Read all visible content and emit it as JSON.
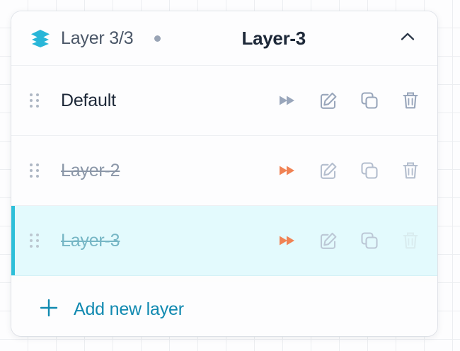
{
  "panel": {
    "header": {
      "stack_icon": "layers-stack-icon",
      "layer_count_label": "Layer 3/3",
      "status_dot": "status-dot",
      "title": "Layer-3",
      "collapse_icon": "chevron-up-icon"
    },
    "action_labels": {
      "reorder": "fast-forward",
      "edit": "edit",
      "duplicate": "duplicate",
      "delete": "delete"
    },
    "rows": [
      {
        "name": "Default",
        "struck": false,
        "selected": false,
        "forward_active": false,
        "delete_enabled": true
      },
      {
        "name": "Layer-2",
        "struck": true,
        "selected": false,
        "forward_active": true,
        "delete_enabled": true
      },
      {
        "name": "Layer-3",
        "struck": true,
        "selected": true,
        "forward_active": true,
        "delete_enabled": false
      }
    ],
    "footer": {
      "add_icon": "plus-icon",
      "add_label": "Add new layer"
    }
  },
  "colors": {
    "accent_cyan": "#2dbfd9",
    "selected_row_bg": "#e3fafd",
    "link_teal": "#1089b0",
    "icon_gray": "#99a6bb",
    "icon_orange": "#f08254",
    "title_navy": "#1d2838",
    "muted_text": "#8b97a8"
  }
}
